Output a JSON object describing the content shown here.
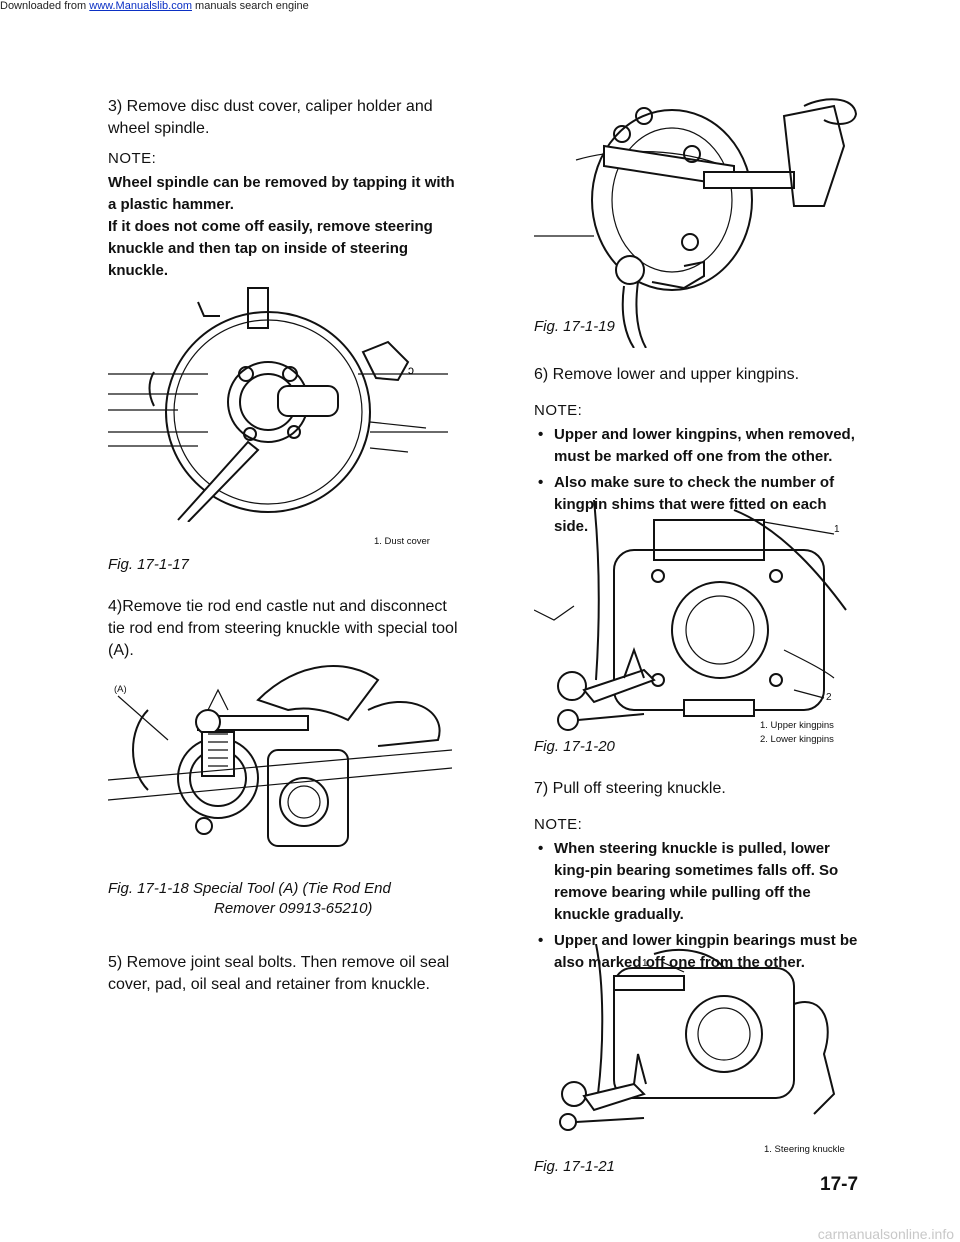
{
  "header": {
    "prefix": "Downloaded from ",
    "link": "www.Manualslib.com",
    "suffix": " manuals search engine"
  },
  "left": {
    "step3": "3) Remove disc dust cover, caliper holder and wheel spindle.",
    "note_label": "NOTE:",
    "note_lines": [
      "Wheel spindle can be removed by tapping it with a plastic hammer.",
      "If it does not come off easily, remove steering knuckle and then tap on inside of steering knuckle."
    ],
    "fig17_label": "1. Dust cover",
    "fig17_caption": "Fig. 17-1-17",
    "step4": "4)Remove tie rod end castle nut and disconnect tie rod end from steering knuckle with special tool (A).",
    "fig18_callout": "(A)",
    "fig18_caption_line1": "Fig. 17-1-18  Special Tool (A)  (Tie Rod End",
    "fig18_caption_line2": "Remover  09913-65210)",
    "step5": "5) Remove joint seal bolts. Then remove oil seal cover, pad, oil seal and retainer from knuckle."
  },
  "right": {
    "fig19_caption": "Fig. 17-1-19",
    "step6": "6) Remove lower and upper kingpins.",
    "note1_label": "NOTE:",
    "note1_items": [
      "Upper and lower kingpins, when removed, must be marked off one from the other.",
      "Also make sure to check the number of kingpin shims that were fitted on each side."
    ],
    "fig20_callout_1": "1",
    "fig20_callout_2": "2",
    "fig20_labels": [
      "1. Upper kingpins",
      "2. Lower kingpins"
    ],
    "fig20_caption": "Fig. 17-1-20",
    "step7": "7) Pull off steering knuckle.",
    "note2_label": "NOTE:",
    "note2_items": [
      "When steering knuckle is pulled, lower king-pin bearing sometimes falls off. So remove bearing while pulling off the knuckle gradually.",
      "Upper and lower kingpin bearings must be also marked off one from the other."
    ],
    "fig21_callout_1": "1",
    "fig21_label": "1. Steering knuckle",
    "fig21_caption": "Fig. 17-1-21",
    "page_number": "17-7"
  },
  "footer": {
    "watermark": "carmanualsonline.info"
  }
}
